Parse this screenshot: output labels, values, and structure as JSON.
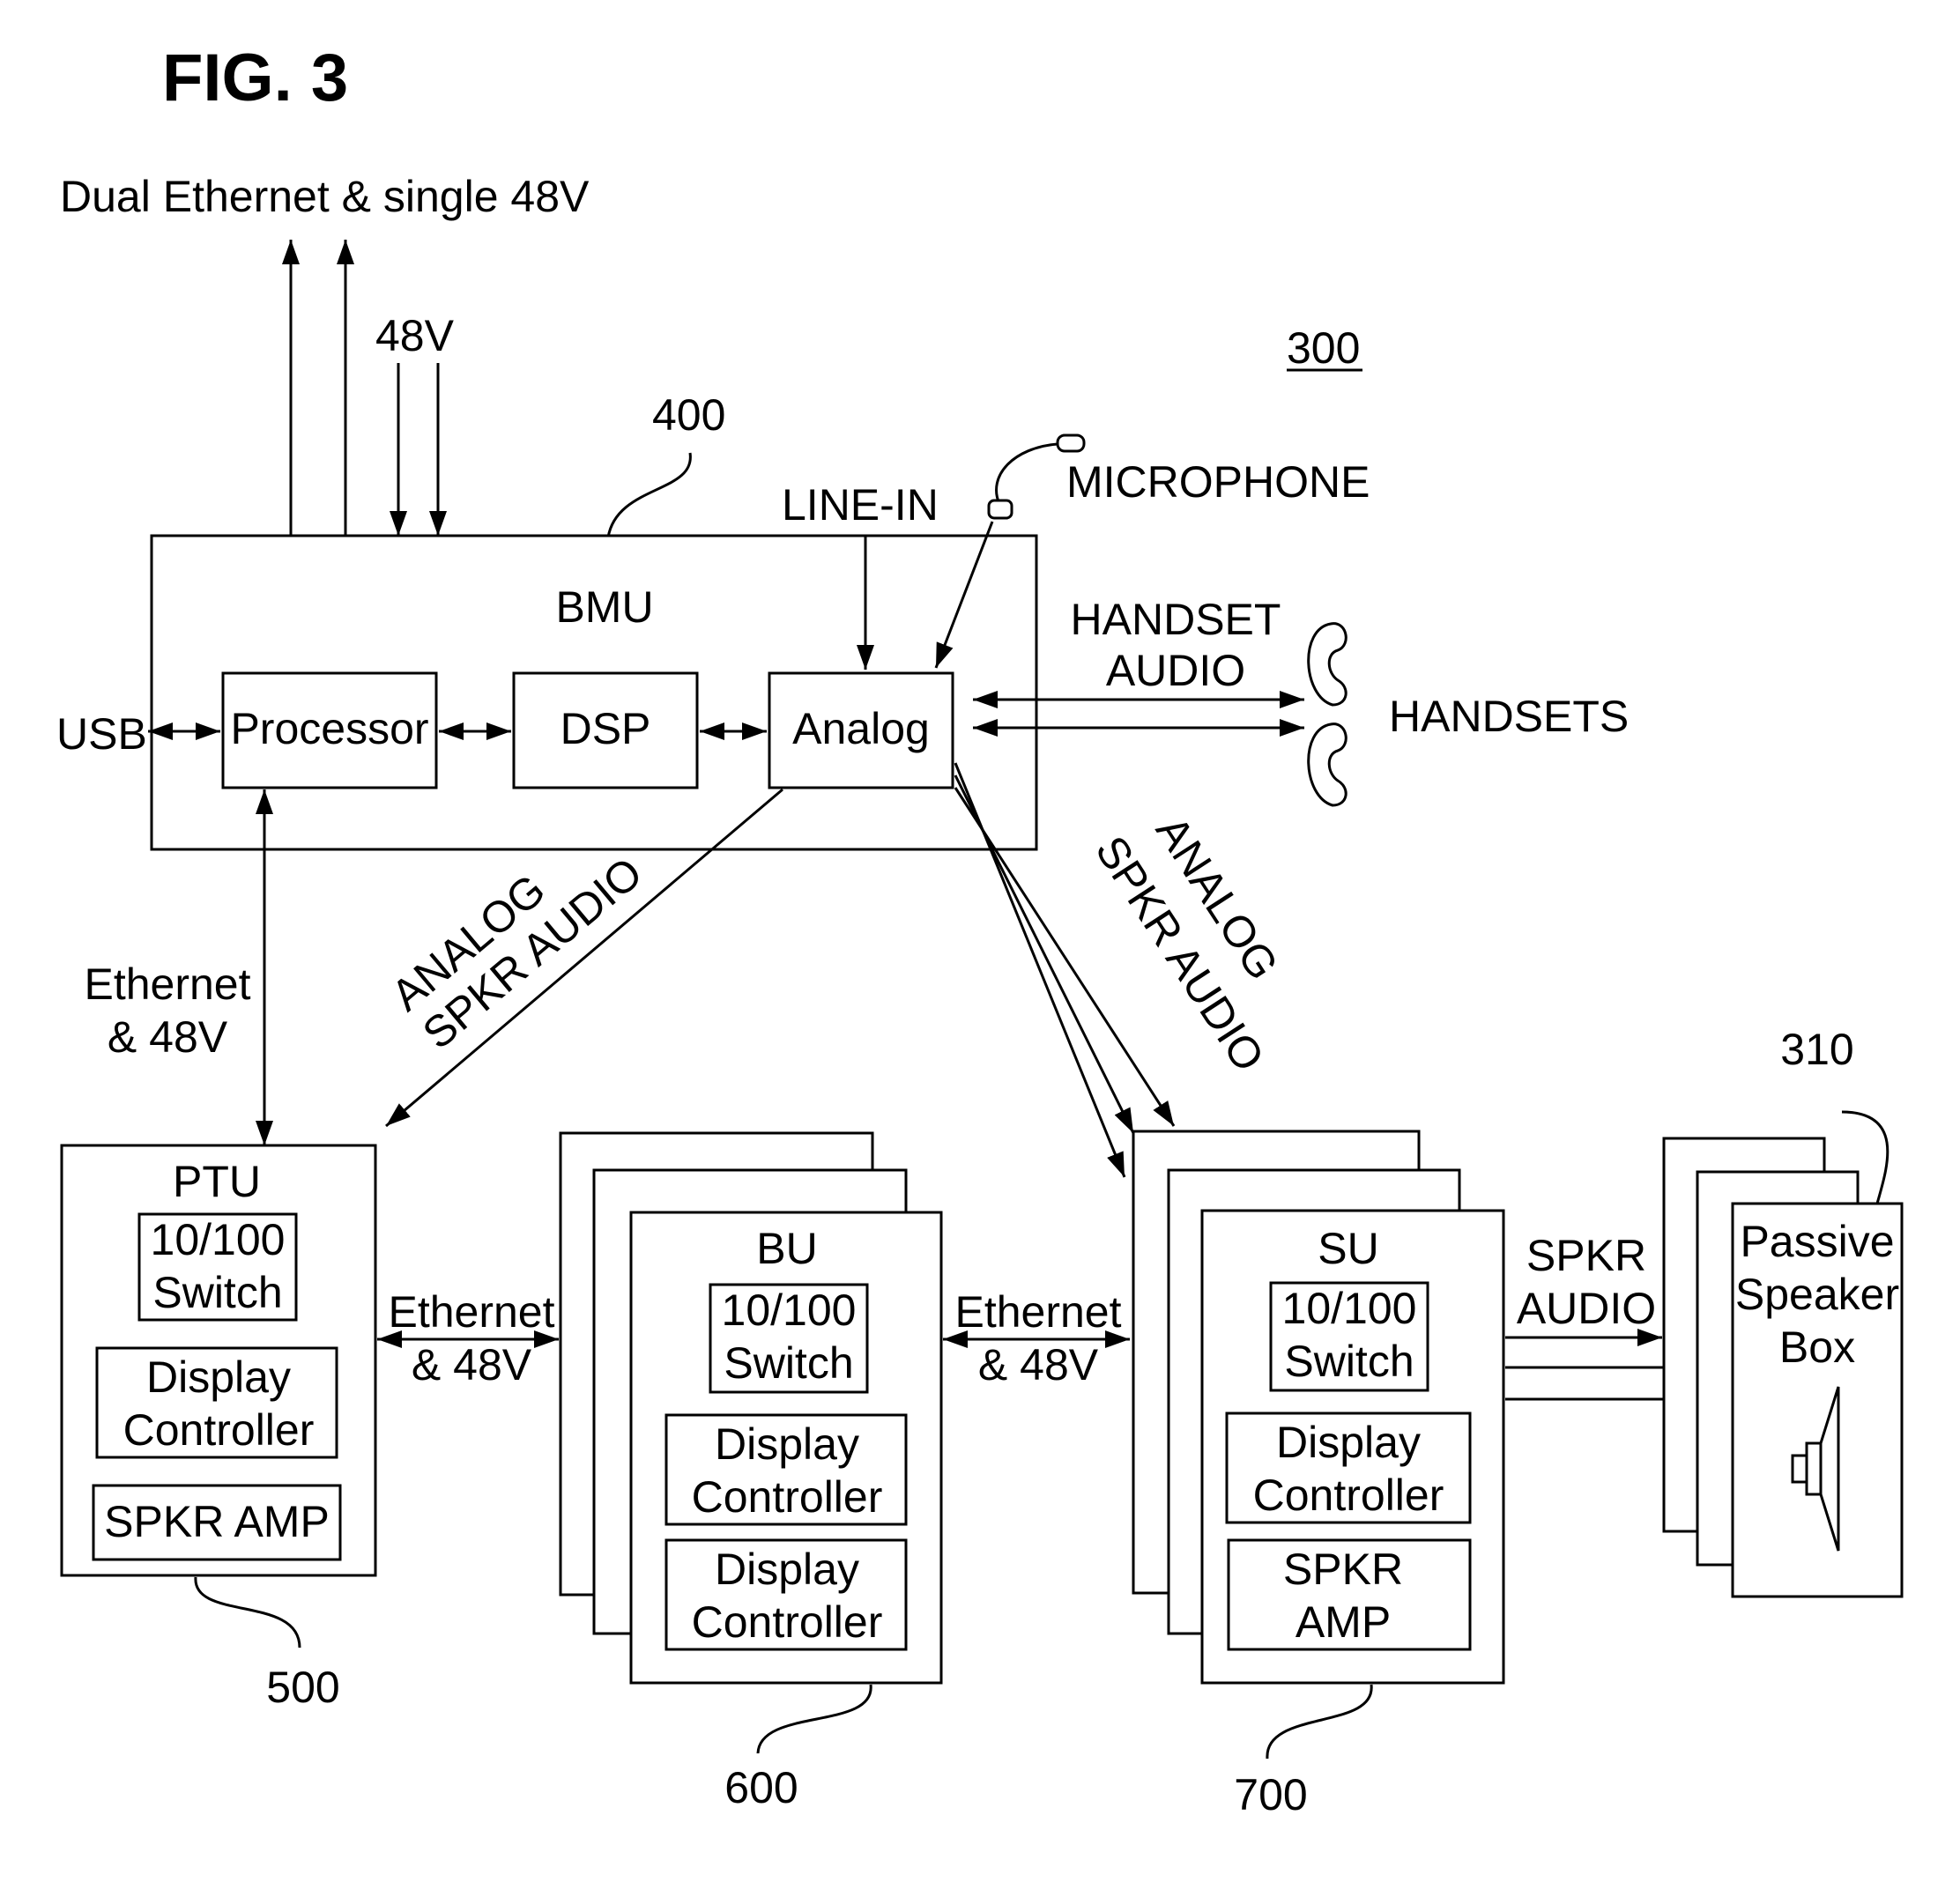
{
  "figure": {
    "title": "FIG. 3",
    "system_ref": "300"
  },
  "top": {
    "dual_ethernet": "Dual Ethernet & single 48V",
    "power_48v": "48V"
  },
  "bmu": {
    "ref": "400",
    "title": "BMU",
    "usb": "USB",
    "processor": "Processor",
    "dsp": "DSP",
    "analog": "Analog",
    "line_in": "LINE-IN",
    "microphone": "MICROPHONE",
    "handset_audio_1": "HANDSET",
    "handset_audio_2": "AUDIO",
    "handsets": "HANDSETS"
  },
  "links": {
    "eth48_left_1": "Ethernet",
    "eth48_left_2": "& 48V",
    "analog_left_1": "ANALOG",
    "analog_left_2": "SPKR AUDIO",
    "analog_right_1": "SPKR AUDIO",
    "analog_right_2": "ANALOG",
    "eth_pb_1": "Ethernet",
    "eth_pb_2": "& 48V",
    "eth_bs_1": "Ethernet",
    "eth_bs_2": "& 48V",
    "spkr_audio_1": "SPKR",
    "spkr_audio_2": "AUDIO"
  },
  "ptu": {
    "ref": "500",
    "title": "PTU",
    "switch_1": "10/100",
    "switch_2": "Switch",
    "display_1": "Display",
    "display_2": "Controller",
    "amp": "SPKR AMP"
  },
  "bu": {
    "ref": "600",
    "title": "BU",
    "switch_1": "10/100",
    "switch_2": "Switch",
    "display_a_1": "Display",
    "display_a_2": "Controller",
    "display_b_1": "Display",
    "display_b_2": "Controller"
  },
  "su": {
    "ref": "700",
    "title": "SU",
    "switch_1": "10/100",
    "switch_2": "Switch",
    "display_1": "Display",
    "display_2": "Controller",
    "amp_1": "SPKR",
    "amp_2": "AMP"
  },
  "speaker": {
    "ref": "310",
    "line_1": "Passive",
    "line_2": "Speaker",
    "line_3": "Box"
  }
}
